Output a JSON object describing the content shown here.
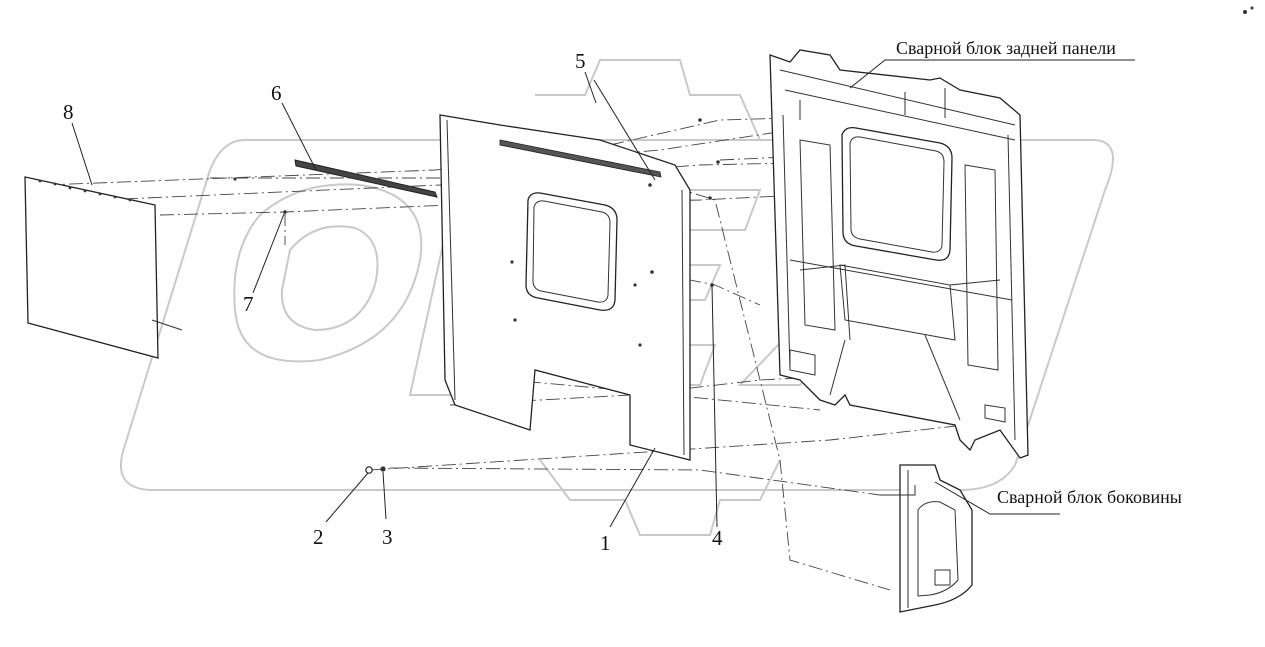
{
  "diagram": {
    "callouts": {
      "c1": "1",
      "c2": "2",
      "c3": "3",
      "c4": "4",
      "c5": "5",
      "c6": "6",
      "c7": "7",
      "c8": "8"
    },
    "captions": {
      "rear_panel": "Сварной блок задней панели",
      "side_panel": "Сварной блок боковины"
    },
    "watermark_text": "OPEX"
  }
}
